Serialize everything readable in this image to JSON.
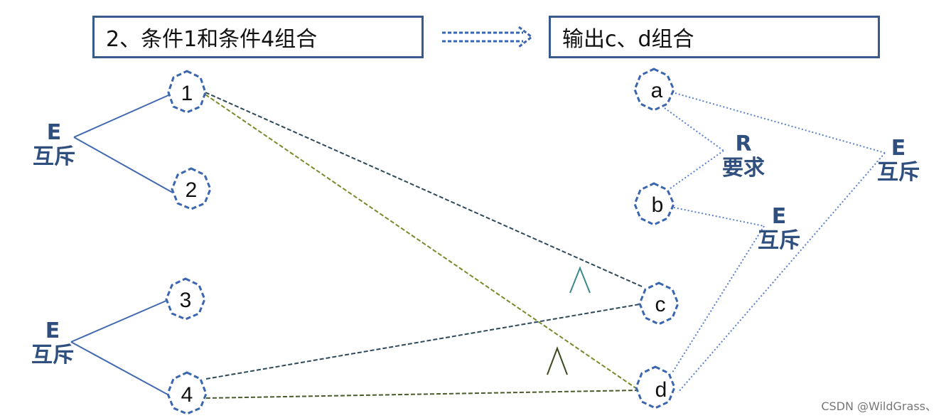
{
  "header": {
    "left_title": "2、条件1和条件4组合",
    "right_title": "输出c、d组合"
  },
  "nodes": {
    "n1": "1",
    "n2": "2",
    "n3": "3",
    "n4": "4",
    "a": "a",
    "b": "b",
    "c": "c",
    "d": "d"
  },
  "labels": {
    "e12": [
      "E",
      "互斥"
    ],
    "e34": [
      "E",
      "互斥"
    ],
    "r_ab": [
      "R",
      "要求"
    ],
    "e_bd": [
      "E",
      "互斥"
    ],
    "e_ad": [
      "E",
      "互斥"
    ]
  },
  "and_symbols": {
    "and_c": "/\\",
    "and_d": "/\\"
  },
  "colors": {
    "node_border": "#3a66b0",
    "solid_line": "#4169b0",
    "dark_dash": "#2e4a5a",
    "olive_dash": "#7a8a2a",
    "blue_dot": "#5a80c8",
    "label": "#2f4f7f"
  },
  "watermark": "CSDN @WildGrass、"
}
